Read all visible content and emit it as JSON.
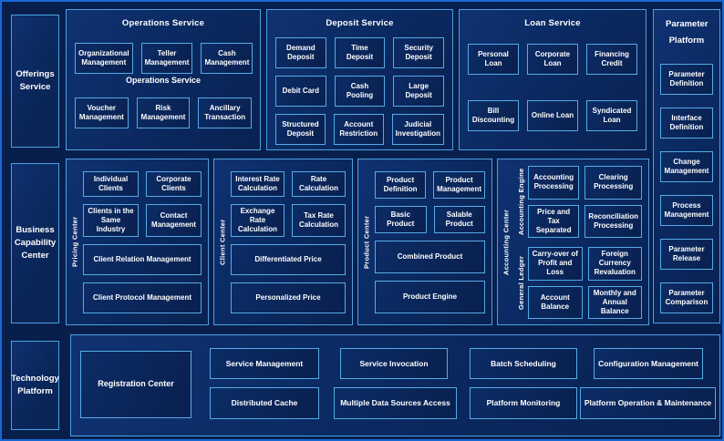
{
  "colors": {
    "page_background": "#081F4C",
    "outer_border": "#1A67D4",
    "panel_border": "#4AA0E0",
    "cell_border": "#55ABE6",
    "text": "#FFFFFF"
  },
  "top": {
    "sidebar_label": "Offerings Service",
    "groups": [
      {
        "title": "Operations Service",
        "mid_label": "Operations Service",
        "rows": [
          [
            "Organizational Management",
            "Teller Management",
            "Cash Management"
          ],
          [
            "Voucher Management",
            "Risk Management",
            "Ancillary Transaction"
          ]
        ]
      },
      {
        "title": "Deposit Service",
        "rows": [
          [
            "Demand Deposit",
            "Time Deposit",
            "Security Deposit"
          ],
          [
            "Debit Card",
            "Cash Pooling",
            "Large Deposit"
          ],
          [
            "Structured Deposit",
            "Account Restriction",
            "Judicial Investigation"
          ]
        ]
      },
      {
        "title": "Loan Service",
        "rows": [
          [
            "Personal Loan",
            "Corporate Loan",
            "Financing Credit"
          ],
          [
            "Bill Discounting",
            "Online Loan",
            "Syndicated Loan"
          ]
        ]
      }
    ]
  },
  "parameter_platform": {
    "title": "Parameter Platform",
    "items": [
      "Parameter Definition",
      "Interface Definition",
      "Change Management",
      "Process Management",
      "Parameter Release",
      "Parameter Comparison"
    ]
  },
  "middle": {
    "sidebar_label": "Business Capability Center",
    "groups": [
      {
        "label": "Pricing Center",
        "rows_small": [
          [
            "Individual Clients",
            "Corporate Clients"
          ],
          [
            "Clients in the Same Industry",
            "Contact Management"
          ]
        ],
        "rows_wide": [
          "Client Relation Management",
          "Client Protocol Management"
        ]
      },
      {
        "label": "Client Center",
        "rows_small": [
          [
            "Interest Rate Calculation",
            "Rate Calculation"
          ],
          [
            "Exchange Rate Calculation",
            "Tax Rate Calculation"
          ]
        ],
        "rows_wide": [
          "Differentiated Price",
          "Personalized Price"
        ]
      },
      {
        "label": "Product Center",
        "rows_small": [
          [
            "Product Definition",
            "Product Management"
          ],
          [
            "Basic Product",
            "Salable Product"
          ]
        ],
        "rows_wide": [
          "Combined Product",
          "Product Engine"
        ]
      }
    ],
    "accounting": {
      "label": "Accounting Center",
      "sections": [
        {
          "label": "Accounting Engine",
          "rows": [
            [
              "Accounting Processing",
              "Clearing Processing"
            ],
            [
              "Price and Tax Separated",
              "Reconciliation Processing"
            ]
          ]
        },
        {
          "label": "General Ledger",
          "rows": [
            [
              "Carry-over of Profit and Loss",
              "Foreign Currency Revaluation"
            ],
            [
              "Account Balance",
              "Monthly and Annual Balance"
            ]
          ]
        }
      ]
    }
  },
  "bottom": {
    "sidebar_label": "Technology Platform",
    "registration": "Registration Center",
    "columns": [
      [
        "Service Management",
        "Distributed Cache"
      ],
      [
        "Service Invocation",
        "Multiple Data Sources Access"
      ],
      [
        "Batch Scheduling",
        "Platform Monitoring"
      ],
      [
        "Configuration Management",
        "Platform Operation & Maintenance"
      ]
    ]
  }
}
